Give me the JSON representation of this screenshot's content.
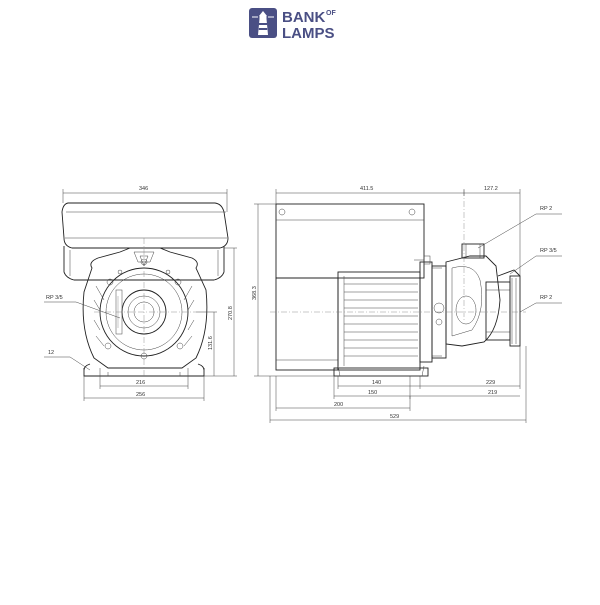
{
  "logo": {
    "line1": "BANK",
    "line1_small": "OF",
    "line2": "LAMPS",
    "color": "#4a4f84",
    "icon": "lighthouse-icon"
  },
  "front_view": {
    "dim_width_top": "346",
    "dim_base_inner": "216",
    "dim_base_outer": "256",
    "dim_height_total": "270.8",
    "dim_height_axis": "131.6",
    "callout_port": "RP 3/5",
    "callout_foot": "12"
  },
  "side_view": {
    "dim_length_top": "411.5",
    "dim_offset_top": "127.2",
    "dim_height": "368.3",
    "dim_140": "140",
    "dim_150": "150",
    "dim_229": "229",
    "dim_219": "219",
    "dim_200": "200",
    "dim_total": "529",
    "callout_rp2_top": "RP 2",
    "callout_rp35": "RP 3/5",
    "callout_rp2_outlet": "RP 2"
  },
  "colors": {
    "line": "#222222",
    "text": "#333333",
    "background": "#ffffff"
  }
}
